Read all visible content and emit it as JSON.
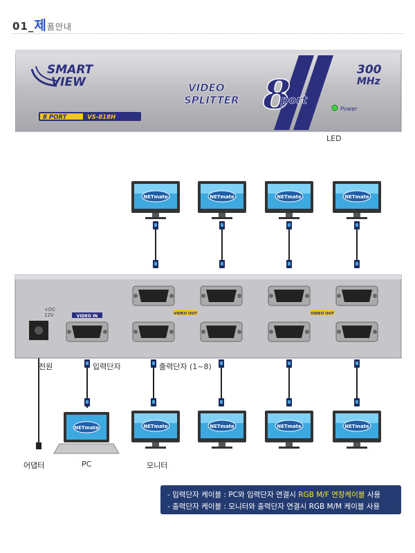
{
  "header": {
    "num": "01_",
    "highlight": "제",
    "rest": "품안내"
  },
  "front_panel": {
    "brand_line1": "SMART",
    "brand_line2": "VIEW",
    "model_left": "8 PORT",
    "model_right": "VS-818H",
    "title_line1": "VIDEO",
    "title_line2": "SPLITTER",
    "title_big": "8",
    "title_port": "port",
    "freq_value": "300",
    "freq_unit": "MHz",
    "power_label": "Power",
    "led_color": "#3fd83f"
  },
  "led_caption": "LED",
  "monitor_brand": "NETmate",
  "rear_panel": {
    "dc_label": "+DC",
    "dc_volt": "12V",
    "video_in": "VIDEO IN",
    "video_out": "VIDEO OUT"
  },
  "labels": {
    "power": "전원",
    "input": "입력단자",
    "output": "출력단자 (1~8)",
    "adapter": "어댑터",
    "pc": "PC",
    "monitor": "모니터"
  },
  "note": {
    "line1_prefix": "- 입력단자 케이블 : PC와 입력단자 연결시 ",
    "line1_highlight": "RGB M/F 연장케이블",
    "line1_suffix": " 사용",
    "line2": "- 출력단자 케이블 : 모니터와 출력단자 연결시 RGB M/M 케이블 사용"
  },
  "colors": {
    "body": "#b9b9be",
    "navy": "#2b2f7e",
    "note_bg": "#233b70",
    "highlight": "#f8e53a"
  }
}
